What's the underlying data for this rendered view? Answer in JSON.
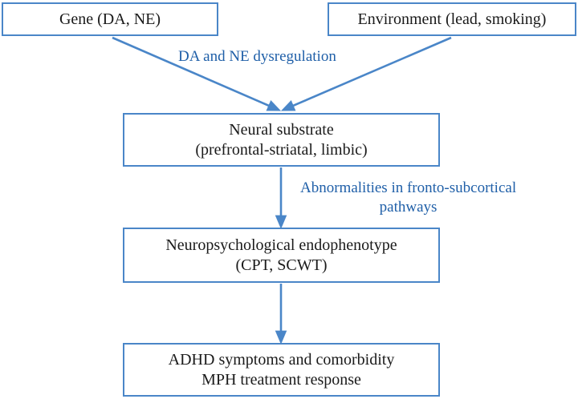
{
  "diagram": {
    "title": "ADHD gene-environment endophenotype pathway model",
    "colors": {
      "box_border": "#4a86c8",
      "arrow": "#4a86c8",
      "edge_label_text": "#1f5fa8",
      "node_text": "#1a1a1a",
      "background": "#ffffff"
    },
    "nodes": [
      {
        "id": "gene",
        "name": "gene-box",
        "lines": [
          "Gene (DA, NE)"
        ]
      },
      {
        "id": "environment",
        "name": "environment-box",
        "lines": [
          "Environment (lead, smoking)"
        ]
      },
      {
        "id": "neural_substrate",
        "name": "neural-substrate-box",
        "lines": [
          "Neural substrate",
          "(prefrontal-striatal, limbic)"
        ]
      },
      {
        "id": "endophenotype",
        "name": "neuropsychological-endophenotype-box",
        "lines": [
          "Neuropsychological endophenotype",
          "(CPT, SCWT)"
        ]
      },
      {
        "id": "outcome",
        "name": "adhd-outcome-box",
        "lines": [
          "ADHD symptoms and comorbidity",
          "MPH treatment response"
        ]
      }
    ],
    "edge_labels": [
      {
        "id": "da_ne_dysregulation",
        "lines": [
          "DA and NE dysregulation"
        ]
      },
      {
        "id": "fronto_subcortical",
        "lines": [
          "Abnormalities in fronto-subcortical",
          "pathways"
        ]
      }
    ],
    "edges": [
      {
        "from": "gene",
        "to": "neural_substrate",
        "style": "diagonal-arrow",
        "label": "da_ne_dysregulation"
      },
      {
        "from": "environment",
        "to": "neural_substrate",
        "style": "diagonal-arrow",
        "label": "da_ne_dysregulation"
      },
      {
        "from": "neural_substrate",
        "to": "endophenotype",
        "style": "vertical-arrow",
        "label": "fronto_subcortical"
      },
      {
        "from": "endophenotype",
        "to": "outcome",
        "style": "vertical-arrow",
        "label": ""
      }
    ]
  }
}
